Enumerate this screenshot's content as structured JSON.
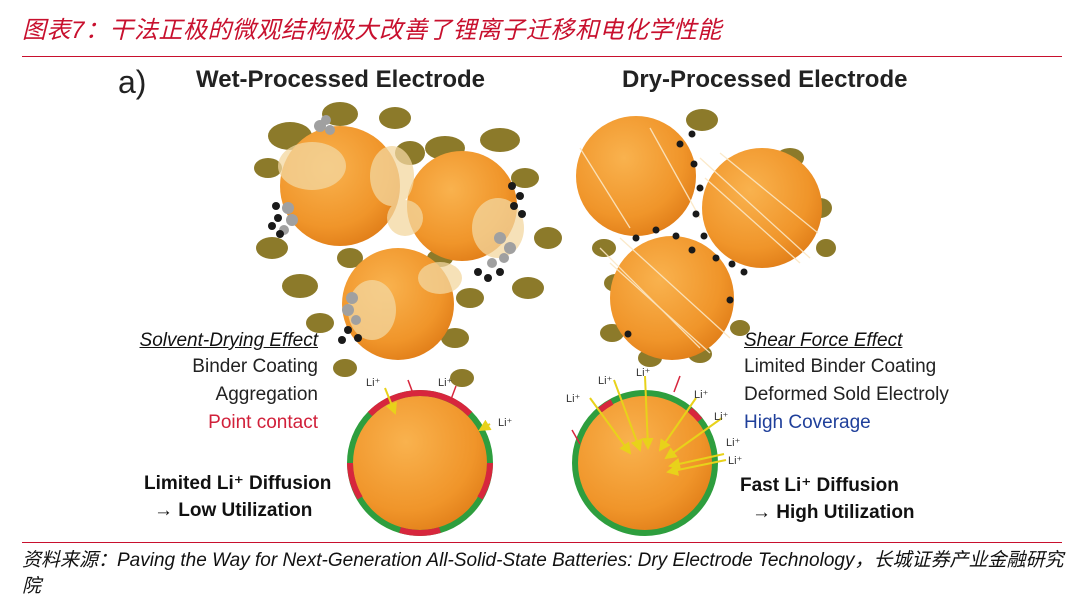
{
  "caption": "图表7：干法正极的微观结构极大改善了锂离子迁移和电化学性能",
  "figure": {
    "panel_label": "a)",
    "wet": {
      "title": "Wet-Processed Electrode",
      "effect": "Solvent-Drying Effect",
      "items": [
        "Binder Coating",
        "Aggregation",
        "Point contact"
      ],
      "diffusion": "Limited Li⁺ Diffusion",
      "result": "→ Low Utilization",
      "li_labels": [
        "Li⁺",
        "Li⁺",
        "Li⁺"
      ]
    },
    "dry": {
      "title": "Dry-Processed Electrode",
      "effect": "Shear Force Effect",
      "items": [
        "Limited Binder Coating",
        "Deformed Sold Electroly",
        "High Coverage"
      ],
      "diffusion": "Fast Li⁺ Diffusion",
      "result": "→ High Utilization",
      "li_labels": [
        "Li⁺",
        "Li⁺",
        "Li⁺",
        "Li⁺",
        "Li⁺",
        "Li⁺",
        "Li⁺"
      ]
    },
    "colors": {
      "particle": "#f29a2e",
      "binder": "#8c7a2a",
      "carbon": "#1a1a1a",
      "electrolyte_gray": "#9a9a9a",
      "contact_green": "#2e9e3e",
      "contact_red": "#d7263d",
      "arrow_yellow": "#e8d21a"
    }
  },
  "source": "资料来源：Paving the Way for Next-Generation All-Solid-State Batteries: Dry Electrode Technology，长城证券产业金融研究院"
}
